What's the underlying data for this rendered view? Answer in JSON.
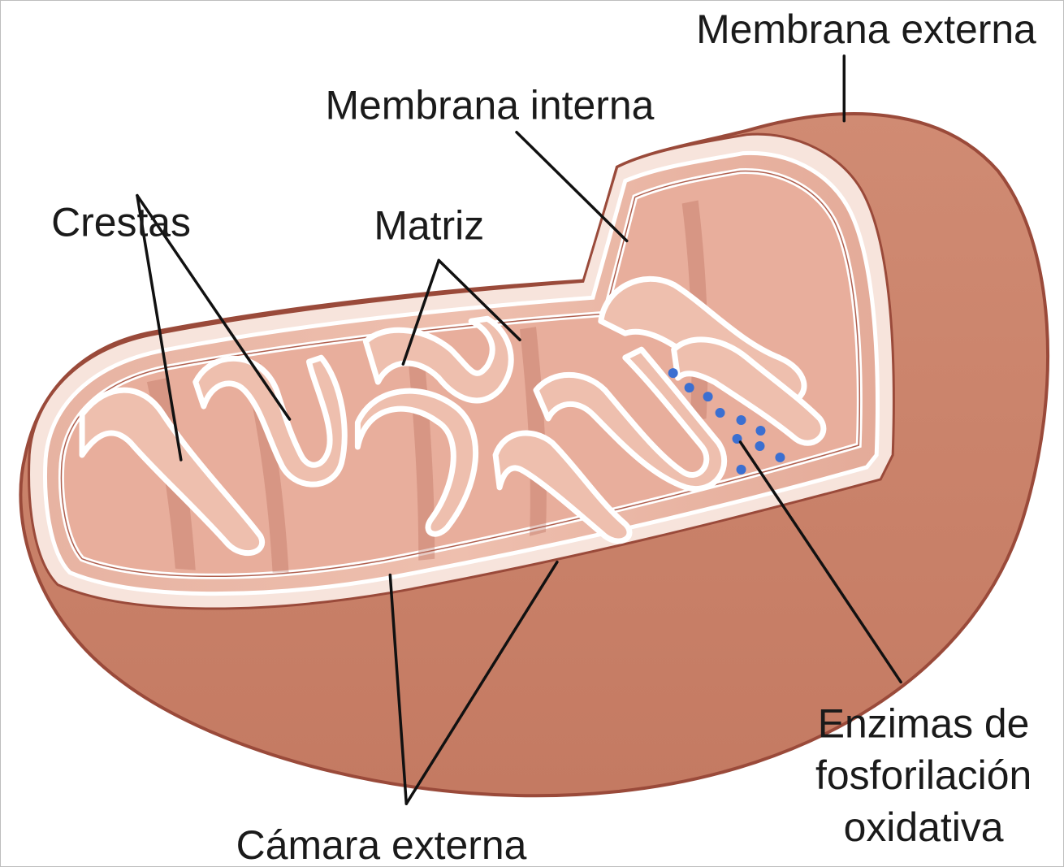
{
  "diagram": {
    "labels": {
      "outer_membrane": "Membrana externa",
      "inner_membrane": "Membrana interna",
      "cristae": "Crestas",
      "matrix": "Matriz",
      "outer_chamber": "Cámara externa",
      "enzymes_line1": "Enzimas de",
      "enzymes_line2": "fosforilación",
      "enzymes_line3": "oxidativa"
    },
    "colors": {
      "outer_body": "#c9826a",
      "outer_edge": "#9a4a3a",
      "interior": "#e9b7a6",
      "inner_fill": "#e6aa98",
      "membrane_white": "#ffffff",
      "enzyme_dots": "#3b6fd1",
      "leader_lines": "#111111"
    }
  }
}
